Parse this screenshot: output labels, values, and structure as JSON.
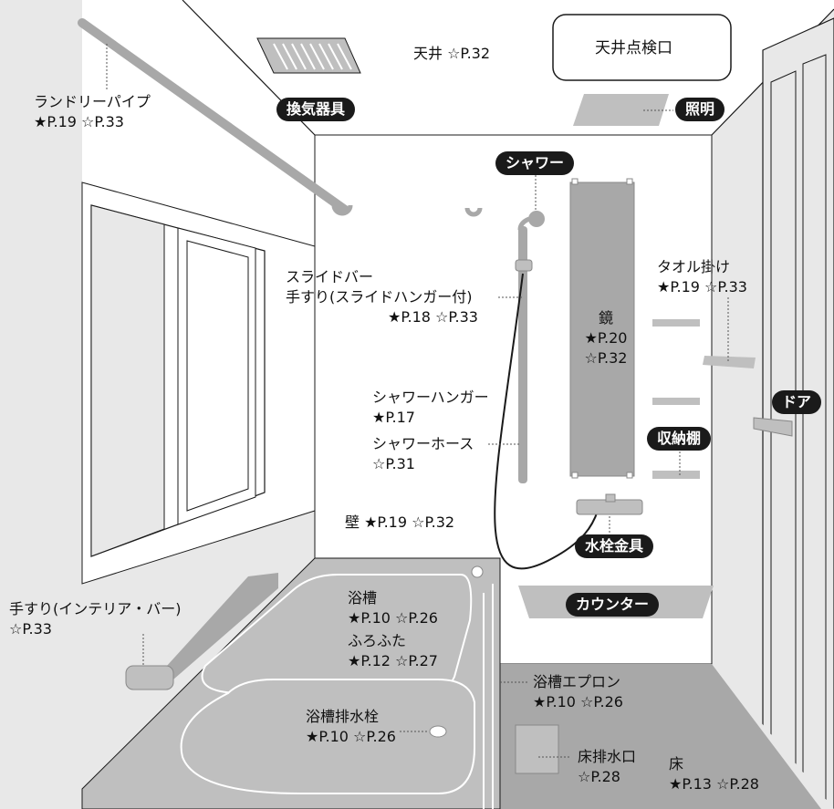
{
  "labels": {
    "laundry_pipe": {
      "name": "ランドリーパイプ",
      "ref": "★P.19 ☆P.33"
    },
    "ceiling": {
      "text": "天井 ☆P.32"
    },
    "ceiling_hatch": {
      "text": "天井点検口"
    },
    "slide_bar": {
      "name1": "スライドバー",
      "name2": "手すり(スライドハンガー付)",
      "ref": "★P.18 ☆P.33"
    },
    "towel_bar": {
      "name": "タオル掛け",
      "ref": "★P.19 ☆P.33"
    },
    "mirror": {
      "name": "鏡",
      "ref1": "★P.20",
      "ref2": "☆P.32"
    },
    "shower_hanger": {
      "name": "シャワーハンガー",
      "ref": "★P.17"
    },
    "shower_hose": {
      "name": "シャワーホース",
      "ref": "☆P.31"
    },
    "wall": {
      "text": "壁 ★P.19 ☆P.32"
    },
    "handrail": {
      "name": "手すり(インテリア・バー)",
      "ref": "☆P.33"
    },
    "bathtub": {
      "name": "浴槽",
      "ref": "★P.10 ☆P.26"
    },
    "tub_lid": {
      "name": "ふろふた",
      "ref": "★P.12 ☆P.27"
    },
    "tub_drain": {
      "name": "浴槽排水栓",
      "ref": "★P.10 ☆P.26"
    },
    "tub_apron": {
      "name": "浴槽エプロン",
      "ref": "★P.10 ☆P.26"
    },
    "floor_drain": {
      "name": "床排水口",
      "ref": "☆P.28"
    },
    "floor": {
      "name": "床",
      "ref": "★P.13 ☆P.28"
    }
  },
  "tags": {
    "ventilation": "換気器具",
    "lighting": "照明",
    "shower": "シャワー",
    "door": "ドア",
    "shelf": "収納棚",
    "faucet": "水栓金具",
    "counter": "カウンター"
  },
  "colors": {
    "line": "#1a1a1a",
    "light_gray": "#e8e8e8",
    "mid_gray": "#bfbfbf",
    "dark_gray": "#a8a8a8",
    "tag_bg": "#1a1a1a",
    "tag_text": "#ffffff"
  }
}
